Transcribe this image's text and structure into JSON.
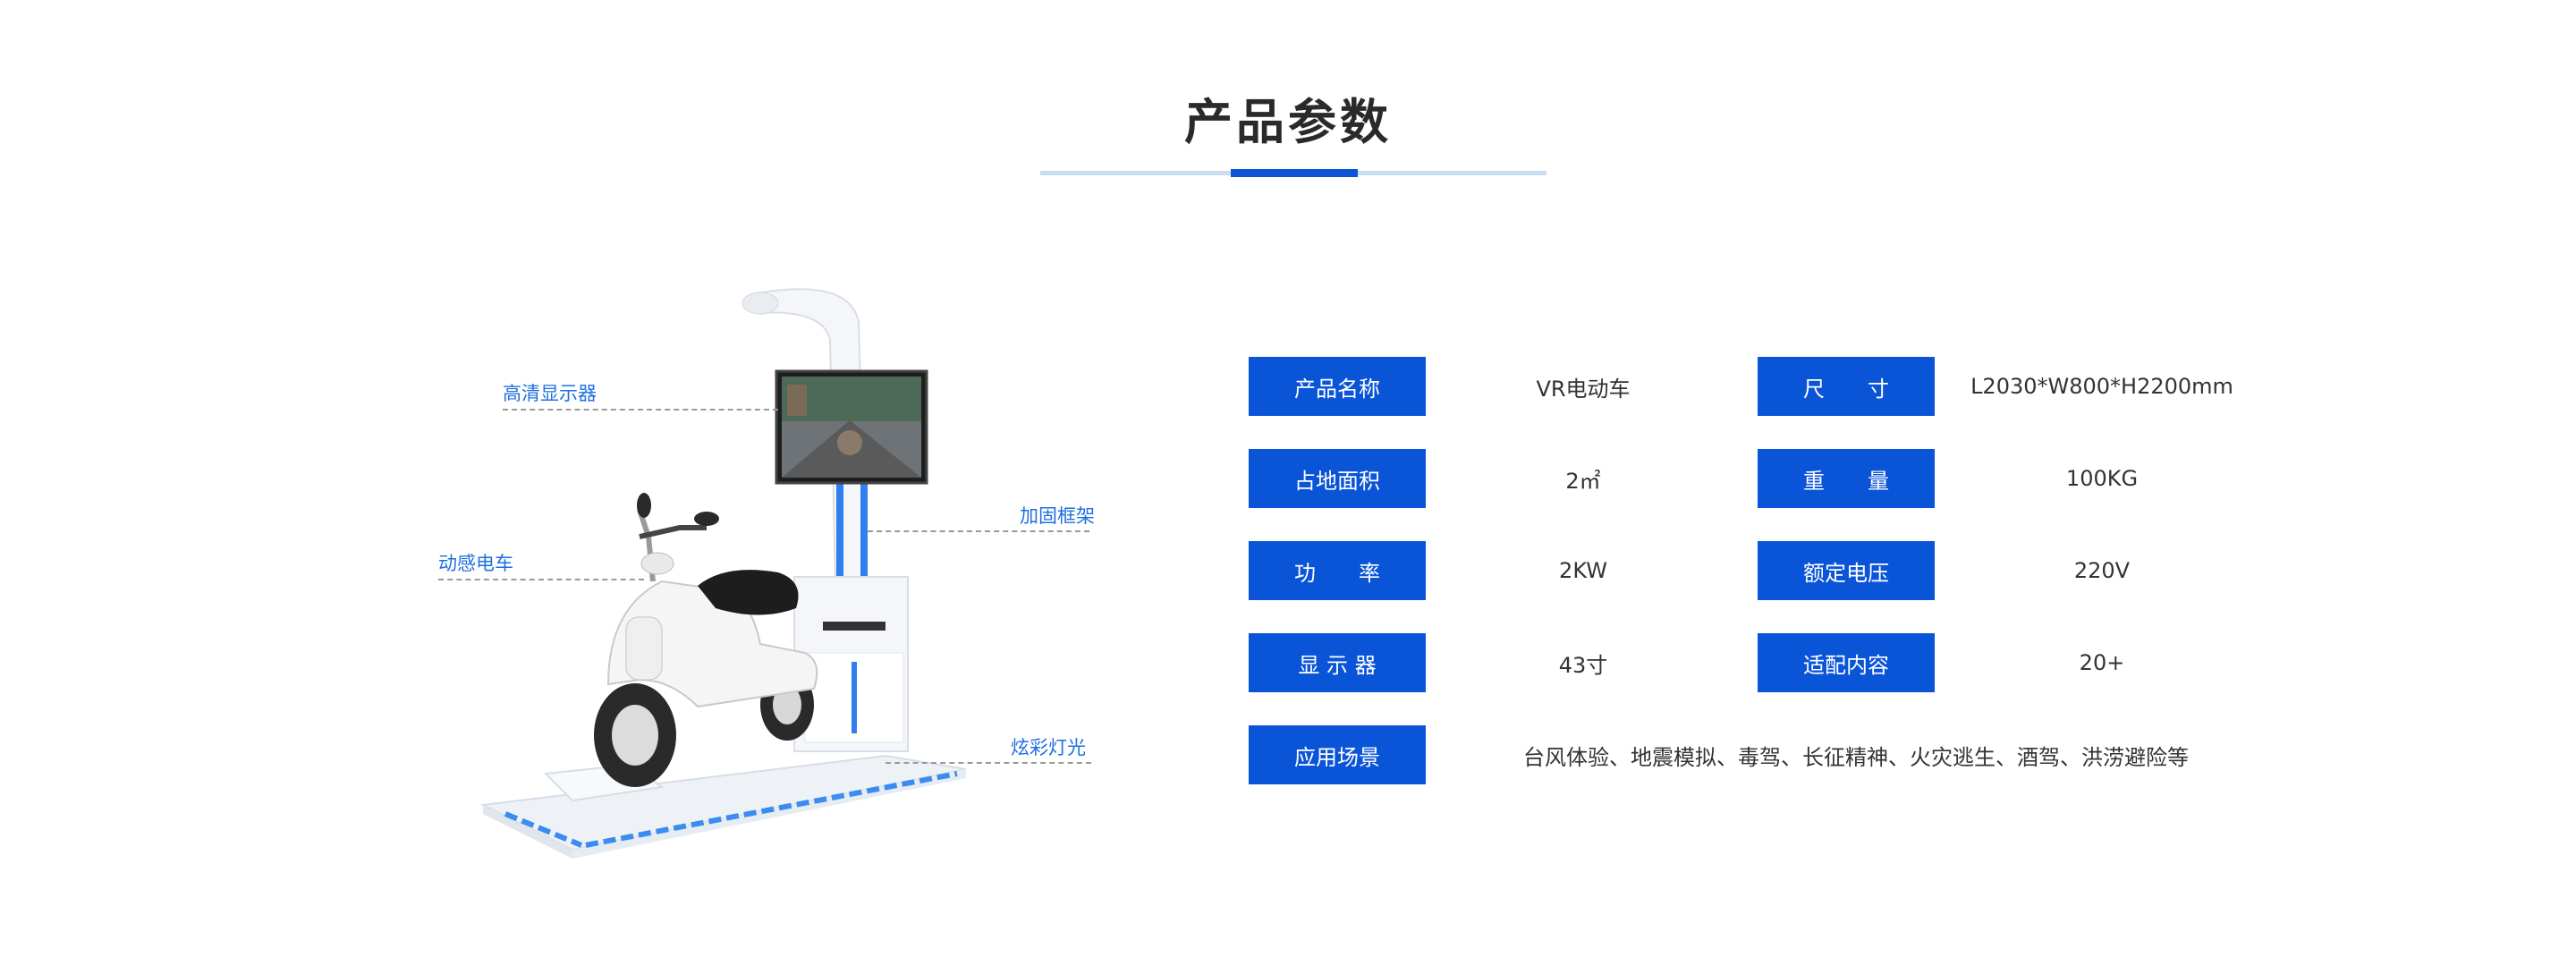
{
  "header": {
    "title": "产品参数"
  },
  "callouts": {
    "display": "高清显示器",
    "frame": "加固框架",
    "bike": "动感电车",
    "lights": "炫彩灯光"
  },
  "specs": [
    {
      "label": "产品名称",
      "value": "VR电动车"
    },
    {
      "label": "尺　　寸",
      "value": "L2030*W800*H2200mm"
    },
    {
      "label": "占地面积",
      "value": "2㎡"
    },
    {
      "label": "重　　量",
      "value": "100KG"
    },
    {
      "label": "功　　率",
      "value": "2KW"
    },
    {
      "label": "额定电压",
      "value": "220V"
    },
    {
      "label": "显 示 器",
      "value": "43寸"
    },
    {
      "label": "适配内容",
      "value": "20+"
    },
    {
      "label": "应用场景",
      "value": "台风体验、地震模拟、毒驾、长征精神、火灾逃生、酒驾、洪涝避险等"
    }
  ],
  "colors": {
    "accent": "#0a54d8",
    "callout": "#1f6fe0",
    "line": "#c9dcf3"
  }
}
